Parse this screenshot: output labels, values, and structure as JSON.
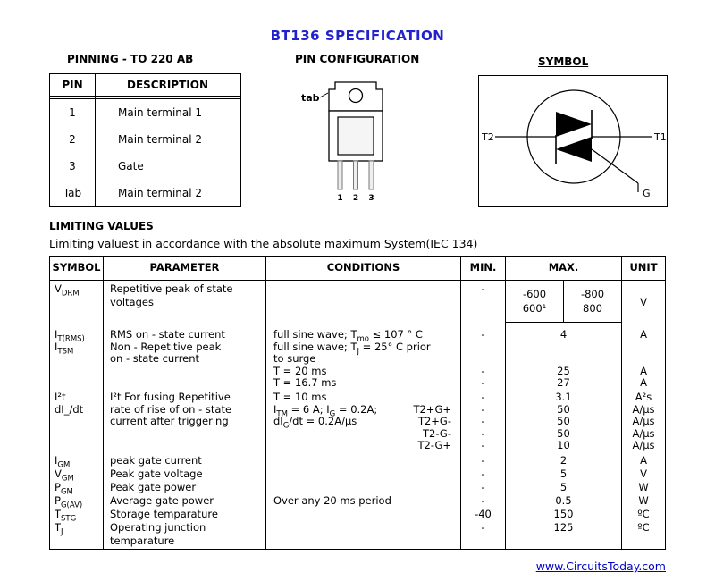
{
  "title": "BT136 SPECIFICATION",
  "colors": {
    "title": "#2222cc",
    "link": "#0000cc"
  },
  "pinning": {
    "heading": "PINNING - TO 220 AB",
    "table": {
      "headers": [
        "PIN",
        "DESCRIPTION"
      ],
      "rows": [
        [
          "1",
          "Main terminal 1"
        ],
        [
          "2",
          "Main terminal 2"
        ],
        [
          "3",
          "Gate"
        ],
        [
          "Tab",
          "Main terminal 2"
        ]
      ]
    }
  },
  "pin_configuration": {
    "heading": "PIN CONFIGURATION",
    "tab_label": "tab",
    "pin_numbers": [
      "1",
      "2",
      "3"
    ]
  },
  "symbol": {
    "heading": "SYMBOL",
    "terminals": {
      "t2": "T2",
      "t1": "T1",
      "g": "G"
    }
  },
  "limiting": {
    "heading": "LIMITING VALUES",
    "subtitle": "Limiting valuest in accordance with the absolute maximum System(IEC 134)",
    "table": {
      "headers": [
        "SYMBOL",
        "PARAMETER",
        "CONDITIONS",
        "MIN.",
        "MAX.",
        "UNIT"
      ],
      "sections": [
        {
          "h": 52,
          "lh": 15,
          "sym": [
            "V~DRM~"
          ],
          "param": [
            "Repetitive peak of state",
            "voltages"
          ],
          "cond": [],
          "min": [
            "-"
          ],
          "max_split": {
            "cols": [
              [
                "-600",
                "600¹"
              ],
              [
                "-800",
                "800"
              ]
            ]
          },
          "unit": [
            "",
            "V"
          ]
        },
        {
          "h": 70,
          "lh": 13.5,
          "sym": [
            "I~T(RMS)~",
            "I~TSM~"
          ],
          "param": [
            "RMS on - state current",
            "Non - Repetitive peak",
            "on - state current"
          ],
          "cond": [
            "full sine wave; T~mo~ ≤ 107 ° C",
            "full sine wave; T~J~ = 25° C prior",
            "to surge",
            "T = 20 ms",
            "T = 16.7 ms"
          ],
          "min": [
            "-",
            "",
            "",
            "-",
            "-"
          ],
          "max": [
            "4",
            "",
            "",
            "25",
            "27"
          ],
          "unit": [
            "A",
            "",
            "",
            "A",
            "A"
          ]
        },
        {
          "h": 70,
          "lh": 13.5,
          "sym": [
            "I²t",
            "dI_/dt"
          ],
          "param": [
            "I²t For fusing Repetitive",
            "rate of rise of on - state",
            "current after triggering"
          ],
          "cond": [
            "T = 10 ms",
            {
              "l": "I~TM~ = 6 A; I~G~ = 0.2A;",
              "r": "T2+G+"
            },
            {
              "l": "dI~G~/dt = 0.2A/μs",
              "r": "T2+G-"
            },
            {
              "l": "",
              "r": "T2-G-"
            },
            {
              "l": "",
              "r": "T2-G+"
            }
          ],
          "min": [
            "-",
            "-",
            "-",
            "-",
            "-"
          ],
          "max": [
            "3.1",
            "50",
            "50",
            "50",
            "10"
          ],
          "unit": [
            "A²s",
            "A/μs",
            "A/μs",
            "A/μs",
            "A/μs"
          ]
        },
        {
          "h": 108,
          "lh": 15,
          "sym": [
            "I~GM~",
            "V~GM~",
            "P~GM~",
            "P~G(AV)~",
            "T~STG~",
            "T~J~"
          ],
          "param": [
            "peak gate current",
            "Peak gate voltage",
            "Peak gate power",
            "Average gate power",
            "Storage temparature",
            "Operating junction",
            "temparature"
          ],
          "cond": [
            "",
            "",
            "",
            "Over any 20 ms period"
          ],
          "min": [
            "-",
            "-",
            "-",
            "-",
            "-40",
            "-"
          ],
          "max": [
            "2",
            "5",
            "5",
            "0.5",
            "150",
            "125"
          ],
          "unit": [
            "A",
            "V",
            "W",
            "W",
            "ºC",
            "ºC"
          ]
        }
      ]
    }
  },
  "footer": {
    "link": "www.CircuitsToday.com"
  }
}
